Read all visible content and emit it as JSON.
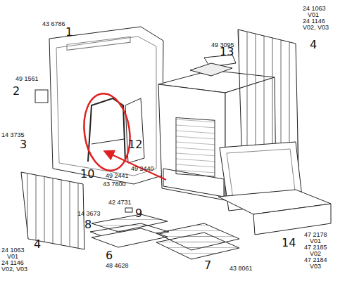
{
  "diagram": {
    "labels": [
      "43 6786",
      "1",
      "24 1063",
      "V01",
      "24 1146",
      "V02, V03",
      "49 3095",
      "13",
      "4",
      "49 1561",
      "2",
      "14 3735",
      "3",
      "12",
      "49 2440",
      "49 2441",
      "10",
      "43 7800",
      "42 4731",
      "9",
      "14 3673",
      "8",
      "6",
      "48 4628",
      "24 1063",
      "V01",
      "24 1146",
      "V02, V03",
      "4",
      "7",
      "43 8061",
      "14",
      "47 2178",
      "V01",
      "47 2185",
      "V02",
      "47 2184",
      "V03"
    ]
  }
}
